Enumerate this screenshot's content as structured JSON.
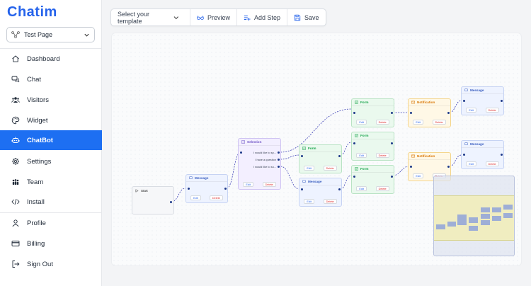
{
  "brand": {
    "logo": "Chatim"
  },
  "page_select": {
    "value": "Test Page"
  },
  "nav": [
    {
      "label": "Dashboard",
      "icon": "home-icon"
    },
    {
      "label": "Chat",
      "icon": "chat-icon"
    },
    {
      "label": "Visitors",
      "icon": "users-icon"
    },
    {
      "label": "Widget",
      "icon": "palette-icon"
    },
    {
      "label": "ChatBot",
      "icon": "bot-icon",
      "active": true
    },
    {
      "label": "Settings",
      "icon": "gear-icon"
    },
    {
      "label": "Team",
      "icon": "team-icon"
    },
    {
      "label": "Install",
      "icon": "code-icon"
    }
  ],
  "nav_bottom": [
    {
      "label": "Profile",
      "icon": "user-icon"
    },
    {
      "label": "Billing",
      "icon": "card-icon"
    },
    {
      "label": "Sign Out",
      "icon": "logout-icon"
    }
  ],
  "toolbar": {
    "template_placeholder": "Select your template",
    "preview_label": "Preview",
    "add_step_label": "Add Step",
    "save_label": "Save"
  },
  "flow": {
    "start_label": "Start",
    "message_label": "Message",
    "selection_label": "Selection",
    "form_label": "Form",
    "notification_label": "Notification",
    "edit_label": "Edit",
    "delete_label": "Delete",
    "selection_options": [
      "I would like to sp...",
      "I have a question",
      "I would like to su..."
    ]
  },
  "colors": {
    "accent": "#1d6ff2",
    "message": "#eef3ff",
    "selection": "#f3efff",
    "form": "#eaf9ee",
    "notification": "#fff8e6",
    "edge": "#3b3fb5"
  }
}
